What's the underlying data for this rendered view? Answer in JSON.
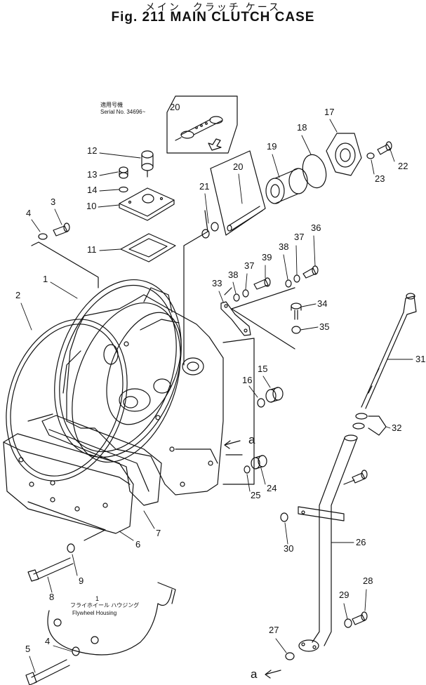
{
  "title": {
    "jp": "メイン　クラッチ ケース",
    "en": "Fig. 211  MAIN CLUTCH CASE"
  },
  "serial_note": {
    "jp": "適用号機",
    "en": "Serial No. 34696~"
  },
  "flywheel_note": {
    "num": "1",
    "jp": "フライホイール ハウジング",
    "en": "Flywheel Housing"
  },
  "view_marker": "a",
  "callouts": [
    "1",
    "2",
    "3",
    "4",
    "5",
    "6",
    "7",
    "8",
    "9",
    "10",
    "11",
    "12",
    "13",
    "14",
    "15",
    "16",
    "17",
    "18",
    "19",
    "20",
    "20",
    "21",
    "22",
    "23",
    "24",
    "25",
    "26",
    "27",
    "28",
    "29",
    "30",
    "31",
    "32",
    "33",
    "34",
    "35",
    "36",
    "37",
    "37",
    "38",
    "38",
    "39",
    "4"
  ]
}
